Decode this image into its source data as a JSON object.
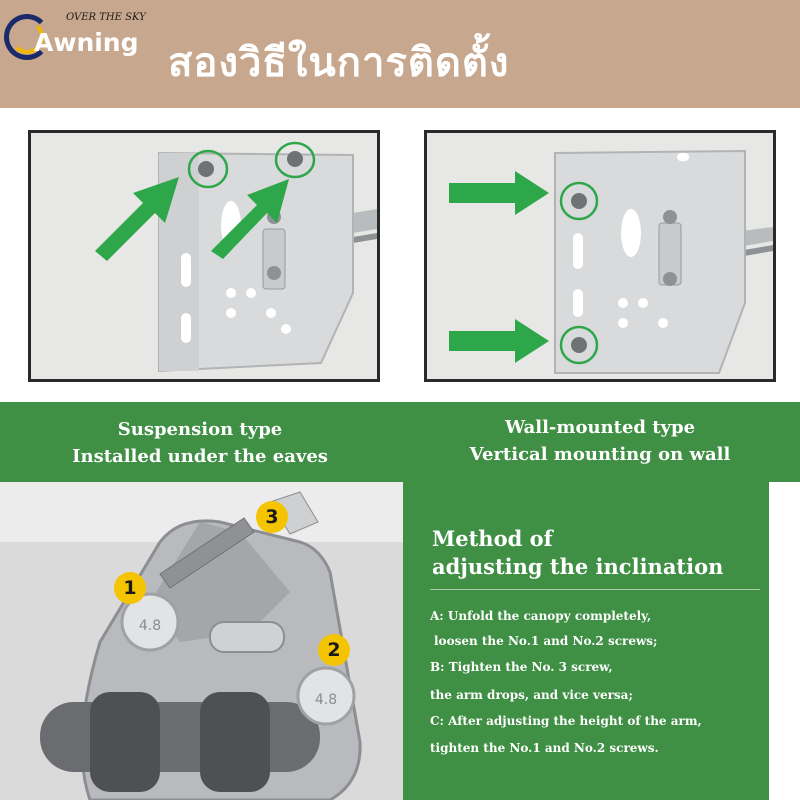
{
  "brand": {
    "name": "Awning",
    "tagline": "OVER THE SKY"
  },
  "headline": "สองวิธีในการติดตั้ง",
  "captions": {
    "left_line1": "Suspension type",
    "left_line2": "Installed under the eaves",
    "right_line1": "Wall-mounted type",
    "right_line2": "Vertical mounting on wall"
  },
  "method": {
    "title_line1": "Method of",
    "title_line2": "adjusting the inclination",
    "steps": [
      "A: Unfold the canopy completely,",
      "loosen the No.1 and No.2 screws;",
      "B: Tighten the No. 3 screw,",
      "the arm drops, and vice versa;",
      "C: After adjusting the height of the arm,",
      "tighten the No.1 and No.2 screws."
    ]
  },
  "badges": [
    "1",
    "2",
    "3"
  ],
  "bolt_marking": "4.8",
  "colors": {
    "header_bg": "#c7a78d",
    "green": "#3f8f44",
    "arrow_green": "#2ea64a",
    "badge_yellow": "#f5c400"
  }
}
